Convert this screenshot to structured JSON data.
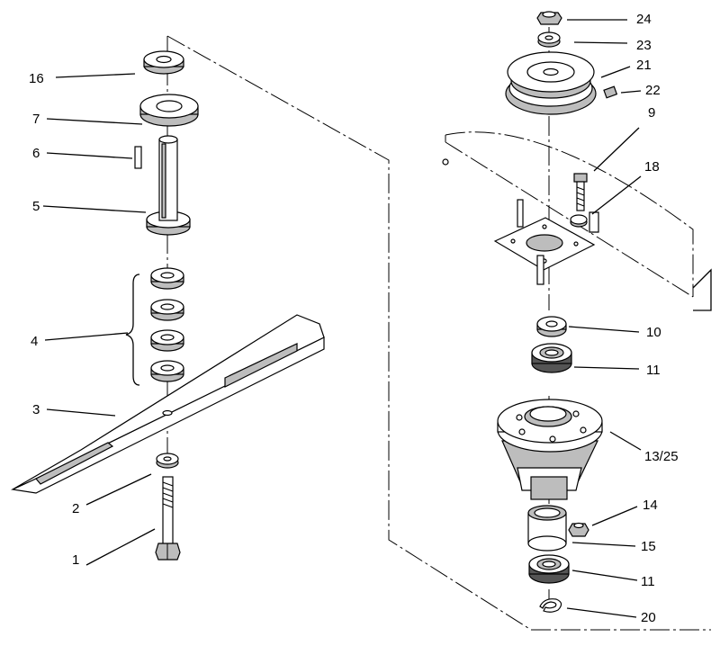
{
  "callouts": {
    "c1": "1",
    "c2": "2",
    "c3": "3",
    "c4": "4",
    "c5": "5",
    "c6": "6",
    "c7": "7",
    "c16": "16",
    "c24": "24",
    "c23": "23",
    "c21": "21",
    "c22": "22",
    "c9": "9",
    "c18": "18",
    "c10": "10",
    "c11a": "11",
    "c13_25": "13/25",
    "c14": "14",
    "c15": "15",
    "c11b": "11",
    "c20": "20"
  }
}
